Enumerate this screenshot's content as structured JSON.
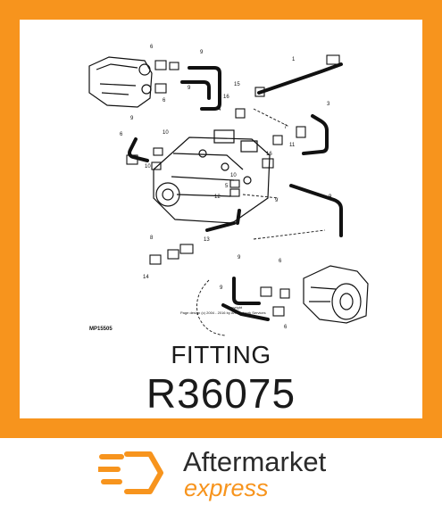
{
  "product": {
    "title": "FITTING",
    "part_number": "R36075"
  },
  "diagram": {
    "figure_code": "MP15505",
    "copyright_line1": "Copyright",
    "copyright_line2": "Page design (c) 2004 - 2016 by ARI Network Services",
    "callouts": [
      "1",
      "2",
      "3",
      "4",
      "5",
      "6",
      "7",
      "8",
      "9",
      "10",
      "11",
      "12",
      "13",
      "14",
      "15",
      "16"
    ]
  },
  "brand": {
    "name_line1": "Aftermarket",
    "name_line2": "express",
    "accent_color": "#f7941d",
    "dark_color": "#2b2b2b"
  },
  "icons": {
    "logo": "speed-hexagon-icon"
  }
}
